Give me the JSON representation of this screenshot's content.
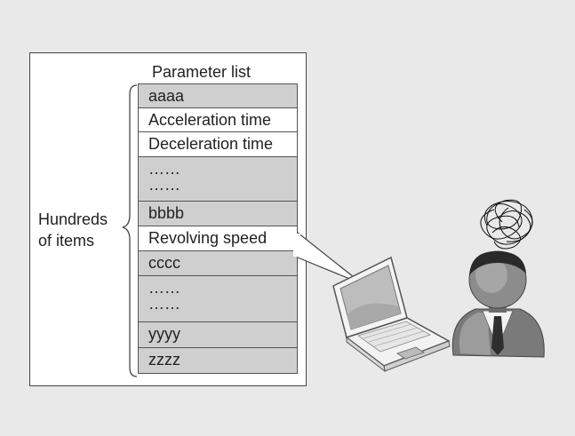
{
  "diagram": {
    "list_title": "Parameter list",
    "side_label_line1": "Hundreds",
    "side_label_line2": "of items",
    "rows": [
      {
        "text": "aaaa",
        "style": "shaded"
      },
      {
        "text": "Acceleration time",
        "style": "plain"
      },
      {
        "text": "Deceleration time",
        "style": "plain"
      },
      {
        "text": "……\n……",
        "style": "shaded-dots"
      },
      {
        "text": "bbbb",
        "style": "shaded"
      },
      {
        "text": "Revolving speed",
        "style": "plain"
      },
      {
        "text": "cccc",
        "style": "shaded"
      },
      {
        "text": "……\n……",
        "style": "shaded-dots"
      },
      {
        "text": "yyyy",
        "style": "shaded"
      },
      {
        "text": "zzzz",
        "style": "shaded"
      }
    ],
    "dots_line": "……",
    "icons": [
      "laptop-icon",
      "user-icon",
      "confusion-scribble-icon"
    ],
    "colors": {
      "background": "#e9e9e9",
      "shaded_row": "#cfcfcf",
      "plain_row": "#ffffff",
      "outline": "#444444"
    }
  }
}
